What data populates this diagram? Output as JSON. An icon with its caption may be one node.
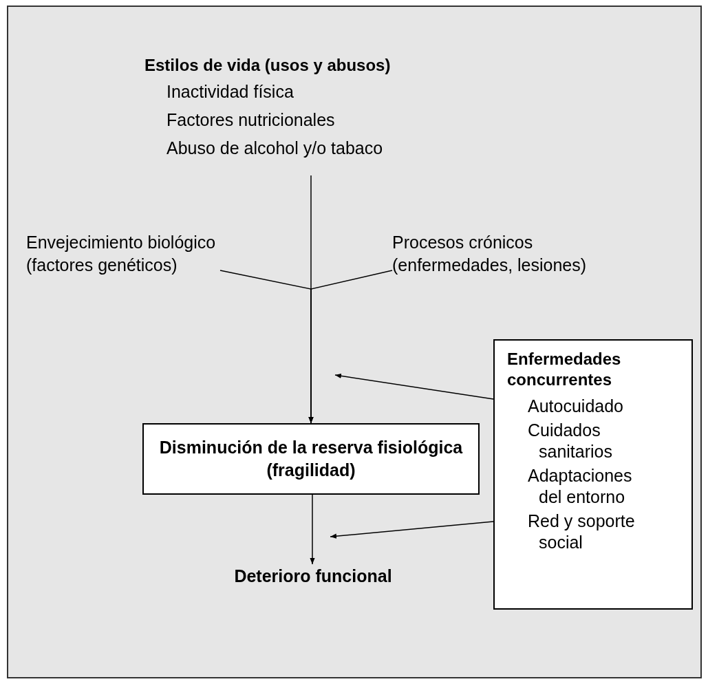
{
  "diagram": {
    "nodes": [
      {
        "text": [
          "Estilos de vida (usos y abusos)",
          "Inactividad física",
          "Factores nutricionales",
          "Abuso de alcohol y/o tabaco"
        ]
      },
      {
        "text": [
          "Envejecimiento biológico (factores genéticos)"
        ]
      },
      {
        "text": [
          "Procesos crónicos (enfermedades, lesiones)"
        ]
      },
      {
        "text": [
          "Disminución de la reserva fisiológica (fragilidad)"
        ]
      },
      {
        "text": [
          "Deterioro funcional"
        ]
      },
      {
        "text": [
          "Enfermedades concurrentes",
          "Autocuidado",
          "Cuidados sanitarios",
          "Adaptaciones del entorno",
          "Red y soporte social"
        ]
      }
    ],
    "edges": [
      {
        "from": 0,
        "to": 3,
        "arrow": "to"
      },
      {
        "from": 1,
        "to": 3,
        "arrow": "to"
      },
      {
        "from": 2,
        "to": 3,
        "arrow": "to"
      },
      {
        "from": 3,
        "to": 4,
        "arrow": "to"
      },
      {
        "from": 5,
        "to": null,
        "arrow": "to"
      },
      {
        "from": 5,
        "to": null,
        "arrow": "to"
      }
    ]
  }
}
